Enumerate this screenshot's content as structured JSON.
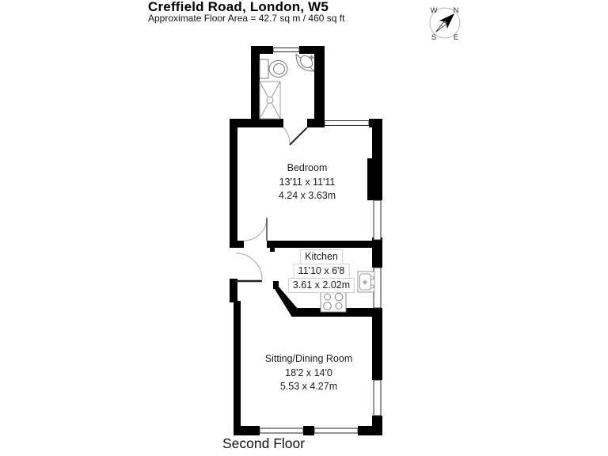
{
  "header": {
    "title": "Creffield Road, London, W5",
    "subtitle": "Approximate Floor Area = 42.7 sq m / 460 sq ft"
  },
  "compass": {
    "west": "W",
    "north": "N",
    "south": "S",
    "east": "E"
  },
  "rooms": {
    "bedroom": {
      "name": "Bedroom",
      "size_imperial": "13'11 x 11'11",
      "size_metric": "4.24 x 3.63m"
    },
    "kitchen": {
      "name": "Kitchen",
      "size_imperial": "11'10 x 6'8",
      "size_metric": "3.61 x 2.02m"
    },
    "sitting_dining": {
      "name": "Sitting/Dining Room",
      "size_imperial": "18'2 x 14'0",
      "size_metric": "5.53 x 4.27m"
    }
  },
  "footer": {
    "floor_label": "Second Floor"
  },
  "colors": {
    "wall": "#000000",
    "window_line": "#2a2a2a",
    "fixture_line": "#888888",
    "door_arc": "#aaaaaa",
    "text": "#1c1c1c"
  },
  "icons": [
    "compass-icon",
    "toilet-icon",
    "corner-basin-icon",
    "shower-icon",
    "hob-icon",
    "sink-icon"
  ]
}
